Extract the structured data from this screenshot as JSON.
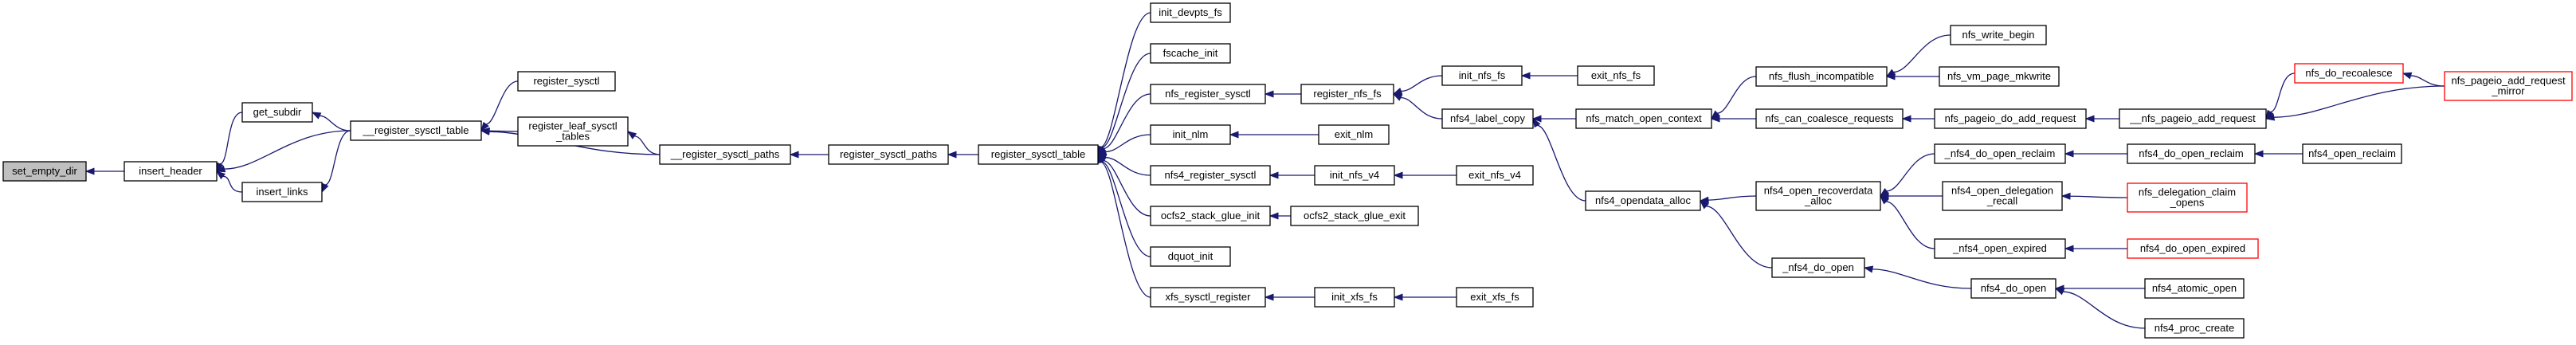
{
  "colors": {
    "edge": "#191970",
    "root_fill": "#bfbfbf",
    "node_border": "#000000",
    "truncated_border": "#ff0000"
  },
  "nodes": [
    {
      "id": "set_empty_dir",
      "lines": [
        "set_empty_dir"
      ],
      "root": true
    },
    {
      "id": "insert_header",
      "lines": [
        "insert_header"
      ]
    },
    {
      "id": "get_subdir",
      "lines": [
        "get_subdir"
      ]
    },
    {
      "id": "insert_links",
      "lines": [
        "insert_links"
      ]
    },
    {
      "id": "__register_sysctl_table",
      "lines": [
        "__register_sysctl_table"
      ]
    },
    {
      "id": "register_sysctl",
      "lines": [
        "register_sysctl"
      ]
    },
    {
      "id": "register_leaf_sysctl_tables",
      "lines": [
        "register_leaf_sysctl",
        "_tables"
      ]
    },
    {
      "id": "__register_sysctl_paths",
      "lines": [
        "__register_sysctl_paths"
      ]
    },
    {
      "id": "register_sysctl_paths",
      "lines": [
        "register_sysctl_paths"
      ]
    },
    {
      "id": "register_sysctl_table",
      "lines": [
        "register_sysctl_table"
      ]
    },
    {
      "id": "init_devpts_fs",
      "lines": [
        "init_devpts_fs"
      ]
    },
    {
      "id": "fscache_init",
      "lines": [
        "fscache_init"
      ]
    },
    {
      "id": "nfs_register_sysctl",
      "lines": [
        "nfs_register_sysctl"
      ]
    },
    {
      "id": "init_nlm",
      "lines": [
        "init_nlm"
      ]
    },
    {
      "id": "nfs4_register_sysctl",
      "lines": [
        "nfs4_register_sysctl"
      ]
    },
    {
      "id": "ocfs2_stack_glue_init",
      "lines": [
        "ocfs2_stack_glue_init"
      ]
    },
    {
      "id": "dquot_init",
      "lines": [
        "dquot_init"
      ]
    },
    {
      "id": "xfs_sysctl_register",
      "lines": [
        "xfs_sysctl_register"
      ]
    },
    {
      "id": "register_nfs_fs",
      "lines": [
        "register_nfs_fs"
      ]
    },
    {
      "id": "exit_nlm",
      "lines": [
        "exit_nlm"
      ]
    },
    {
      "id": "init_nfs_v4",
      "lines": [
        "init_nfs_v4"
      ]
    },
    {
      "id": "ocfs2_stack_glue_exit",
      "lines": [
        "ocfs2_stack_glue_exit"
      ]
    },
    {
      "id": "init_xfs_fs",
      "lines": [
        "init_xfs_fs"
      ]
    },
    {
      "id": "init_nfs_fs",
      "lines": [
        "init_nfs_fs"
      ]
    },
    {
      "id": "nfs4_label_copy",
      "lines": [
        "nfs4_label_copy"
      ]
    },
    {
      "id": "exit_nfs_v4",
      "lines": [
        "exit_nfs_v4"
      ]
    },
    {
      "id": "exit_xfs_fs",
      "lines": [
        "exit_xfs_fs"
      ]
    },
    {
      "id": "exit_nfs_fs",
      "lines": [
        "exit_nfs_fs"
      ]
    },
    {
      "id": "nfs_match_open_context",
      "lines": [
        "nfs_match_open_context"
      ]
    },
    {
      "id": "nfs4_opendata_alloc",
      "lines": [
        "nfs4_opendata_alloc"
      ]
    },
    {
      "id": "nfs_flush_incompatible",
      "lines": [
        "nfs_flush_incompatible"
      ]
    },
    {
      "id": "nfs_can_coalesce_requests",
      "lines": [
        "nfs_can_coalesce_requests"
      ]
    },
    {
      "id": "nfs4_open_recoverdata_alloc",
      "lines": [
        "nfs4_open_recoverdata",
        "_alloc"
      ]
    },
    {
      "id": "_nfs4_do_open",
      "lines": [
        "_nfs4_do_open"
      ]
    },
    {
      "id": "nfs_write_begin",
      "lines": [
        "nfs_write_begin"
      ]
    },
    {
      "id": "nfs_vm_page_mkwrite",
      "lines": [
        "nfs_vm_page_mkwrite"
      ]
    },
    {
      "id": "nfs_pageio_do_add_request",
      "lines": [
        "nfs_pageio_do_add_request"
      ]
    },
    {
      "id": "_nfs4_do_open_reclaim",
      "lines": [
        "_nfs4_do_open_reclaim"
      ]
    },
    {
      "id": "nfs4_open_delegation_recall",
      "lines": [
        "nfs4_open_delegation",
        "_recall"
      ]
    },
    {
      "id": "_nfs4_open_expired",
      "lines": [
        "_nfs4_open_expired"
      ]
    },
    {
      "id": "nfs4_do_open",
      "lines": [
        "nfs4_do_open"
      ]
    },
    {
      "id": "__nfs_pageio_add_request",
      "lines": [
        "__nfs_pageio_add_request"
      ]
    },
    {
      "id": "nfs4_do_open_reclaim",
      "lines": [
        "nfs4_do_open_reclaim"
      ]
    },
    {
      "id": "nfs_delegation_claim_opens",
      "lines": [
        "nfs_delegation_claim",
        "_opens"
      ],
      "truncated": true
    },
    {
      "id": "nfs4_do_open_expired",
      "lines": [
        "nfs4_do_open_expired"
      ],
      "truncated": true
    },
    {
      "id": "nfs4_atomic_open",
      "lines": [
        "nfs4_atomic_open"
      ]
    },
    {
      "id": "nfs4_proc_create",
      "lines": [
        "nfs4_proc_create"
      ]
    },
    {
      "id": "nfs_do_recoalesce",
      "lines": [
        "nfs_do_recoalesce"
      ],
      "truncated": true
    },
    {
      "id": "nfs4_open_reclaim",
      "lines": [
        "nfs4_open_reclaim"
      ]
    },
    {
      "id": "nfs_pageio_add_request_mirror",
      "lines": [
        "nfs_pageio_add_request",
        "_mirror"
      ],
      "truncated": true
    }
  ],
  "edges": [
    [
      "insert_header",
      "set_empty_dir"
    ],
    [
      "get_subdir",
      "insert_header"
    ],
    [
      "insert_links",
      "insert_header"
    ],
    [
      "__register_sysctl_table",
      "insert_header"
    ],
    [
      "__register_sysctl_table",
      "get_subdir"
    ],
    [
      "__register_sysctl_table",
      "insert_links"
    ],
    [
      "register_sysctl",
      "__register_sysctl_table"
    ],
    [
      "register_leaf_sysctl_tables",
      "__register_sysctl_table"
    ],
    [
      "__register_sysctl_paths",
      "__register_sysctl_table"
    ],
    [
      "__register_sysctl_paths",
      "register_leaf_sysctl_tables"
    ],
    [
      "register_sysctl_paths",
      "__register_sysctl_paths"
    ],
    [
      "register_sysctl_table",
      "register_sysctl_paths"
    ],
    [
      "init_devpts_fs",
      "register_sysctl_table"
    ],
    [
      "fscache_init",
      "register_sysctl_table"
    ],
    [
      "nfs_register_sysctl",
      "register_sysctl_table"
    ],
    [
      "init_nlm",
      "register_sysctl_table"
    ],
    [
      "nfs4_register_sysctl",
      "register_sysctl_table"
    ],
    [
      "ocfs2_stack_glue_init",
      "register_sysctl_table"
    ],
    [
      "dquot_init",
      "register_sysctl_table"
    ],
    [
      "xfs_sysctl_register",
      "register_sysctl_table"
    ],
    [
      "register_nfs_fs",
      "nfs_register_sysctl"
    ],
    [
      "exit_nlm",
      "init_nlm"
    ],
    [
      "init_nfs_v4",
      "nfs4_register_sysctl"
    ],
    [
      "ocfs2_stack_glue_exit",
      "ocfs2_stack_glue_init"
    ],
    [
      "init_xfs_fs",
      "xfs_sysctl_register"
    ],
    [
      "init_nfs_fs",
      "register_nfs_fs"
    ],
    [
      "nfs4_label_copy",
      "register_nfs_fs"
    ],
    [
      "exit_nfs_v4",
      "init_nfs_v4"
    ],
    [
      "exit_xfs_fs",
      "init_xfs_fs"
    ],
    [
      "exit_nfs_fs",
      "init_nfs_fs"
    ],
    [
      "nfs_match_open_context",
      "nfs4_label_copy"
    ],
    [
      "nfs4_opendata_alloc",
      "nfs4_label_copy"
    ],
    [
      "nfs_flush_incompatible",
      "nfs_match_open_context"
    ],
    [
      "nfs_can_coalesce_requests",
      "nfs_match_open_context"
    ],
    [
      "nfs4_open_recoverdata_alloc",
      "nfs4_opendata_alloc"
    ],
    [
      "_nfs4_do_open",
      "nfs4_opendata_alloc"
    ],
    [
      "nfs_write_begin",
      "nfs_flush_incompatible"
    ],
    [
      "nfs_vm_page_mkwrite",
      "nfs_flush_incompatible"
    ],
    [
      "nfs_pageio_do_add_request",
      "nfs_can_coalesce_requests"
    ],
    [
      "_nfs4_do_open_reclaim",
      "nfs4_open_recoverdata_alloc"
    ],
    [
      "nfs4_open_delegation_recall",
      "nfs4_open_recoverdata_alloc"
    ],
    [
      "_nfs4_open_expired",
      "nfs4_open_recoverdata_alloc"
    ],
    [
      "nfs4_do_open",
      "_nfs4_do_open"
    ],
    [
      "__nfs_pageio_add_request",
      "nfs_pageio_do_add_request"
    ],
    [
      "nfs4_do_open_reclaim",
      "_nfs4_do_open_reclaim"
    ],
    [
      "nfs_delegation_claim_opens",
      "nfs4_open_delegation_recall"
    ],
    [
      "nfs4_do_open_expired",
      "_nfs4_open_expired"
    ],
    [
      "nfs4_atomic_open",
      "nfs4_do_open"
    ],
    [
      "nfs4_proc_create",
      "nfs4_do_open"
    ],
    [
      "nfs_do_recoalesce",
      "__nfs_pageio_add_request"
    ],
    [
      "nfs_pageio_add_request_mirror",
      "__nfs_pageio_add_request"
    ],
    [
      "nfs_pageio_add_request_mirror",
      "nfs_do_recoalesce"
    ],
    [
      "nfs4_open_reclaim",
      "nfs4_do_open_reclaim"
    ]
  ]
}
